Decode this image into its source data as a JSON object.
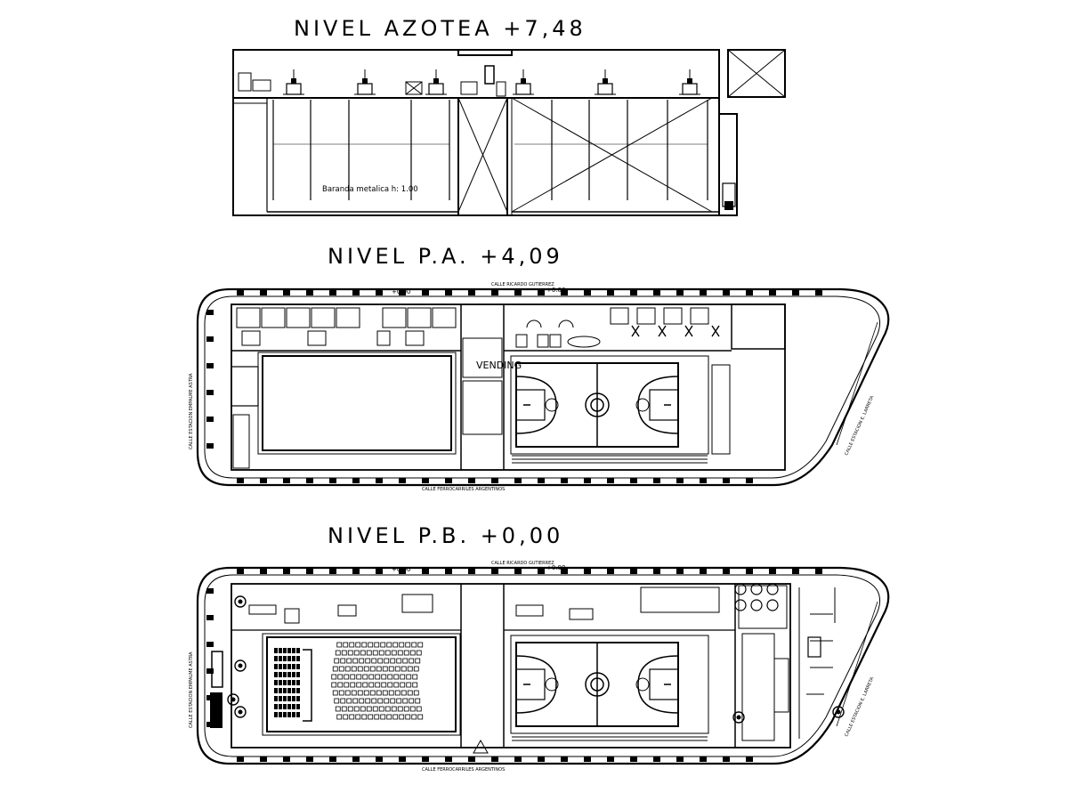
{
  "levels": {
    "azotea": {
      "title": "NIVEL AZOTEA +7,48",
      "railing_note": "Baranda metalica h: 1.00"
    },
    "pa": {
      "title": "NIVEL P.A. +4,09",
      "level_top_left": "+0.00",
      "level_top_right": "+0.00",
      "vending": "VENDING"
    },
    "pb": {
      "title": "NIVEL P.B. +0,00",
      "level_top_left": "+0.00",
      "level_top_right": "+0.00"
    }
  },
  "streets": {
    "north": "CALLE RICARDO GUTIERREZ",
    "south": "CALLE FERROCARRILES ARGENTINOS",
    "west": "CALLE ESTACION EMPALME ASTRA",
    "east": "CALLE ESTACION E. LARRETA"
  },
  "colors": {
    "ink": "#000000",
    "paper": "#ffffff"
  }
}
